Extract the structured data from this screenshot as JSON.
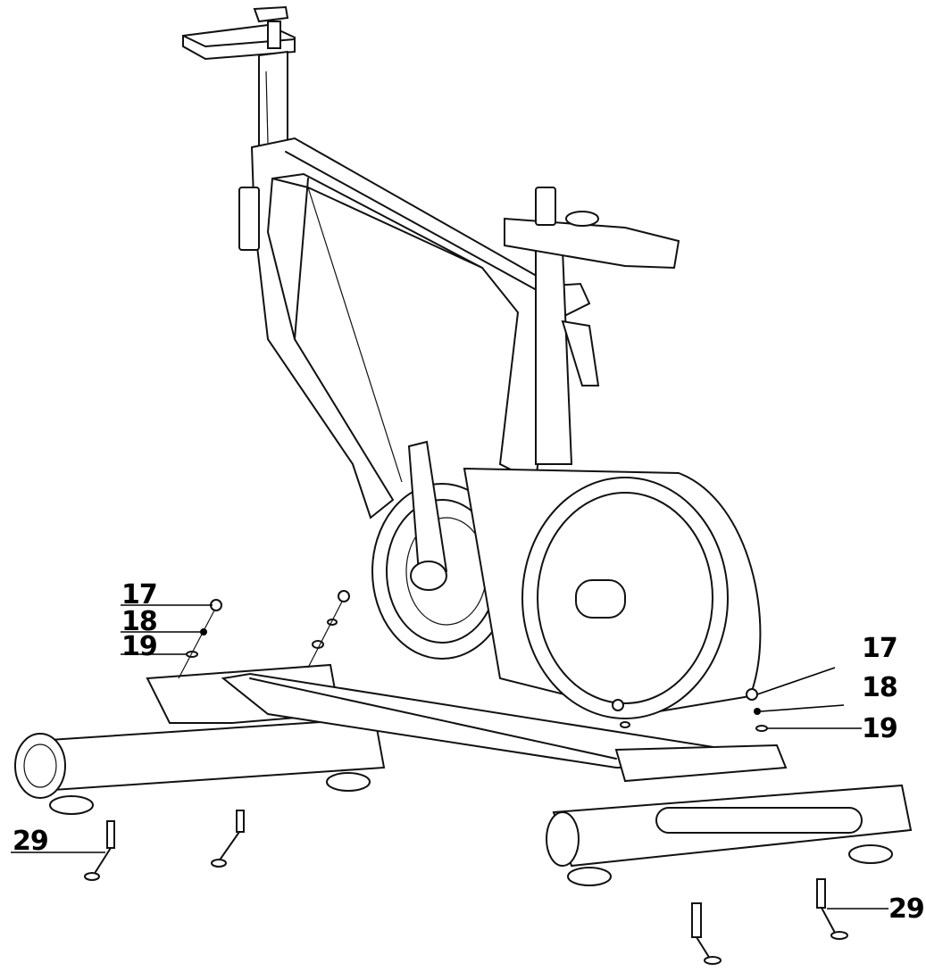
{
  "callouts": {
    "left_17": "17",
    "left_18": "18",
    "left_19": "19",
    "left_29": "29",
    "right_17": "17",
    "right_18": "18",
    "right_19": "19",
    "right_29": "29"
  }
}
